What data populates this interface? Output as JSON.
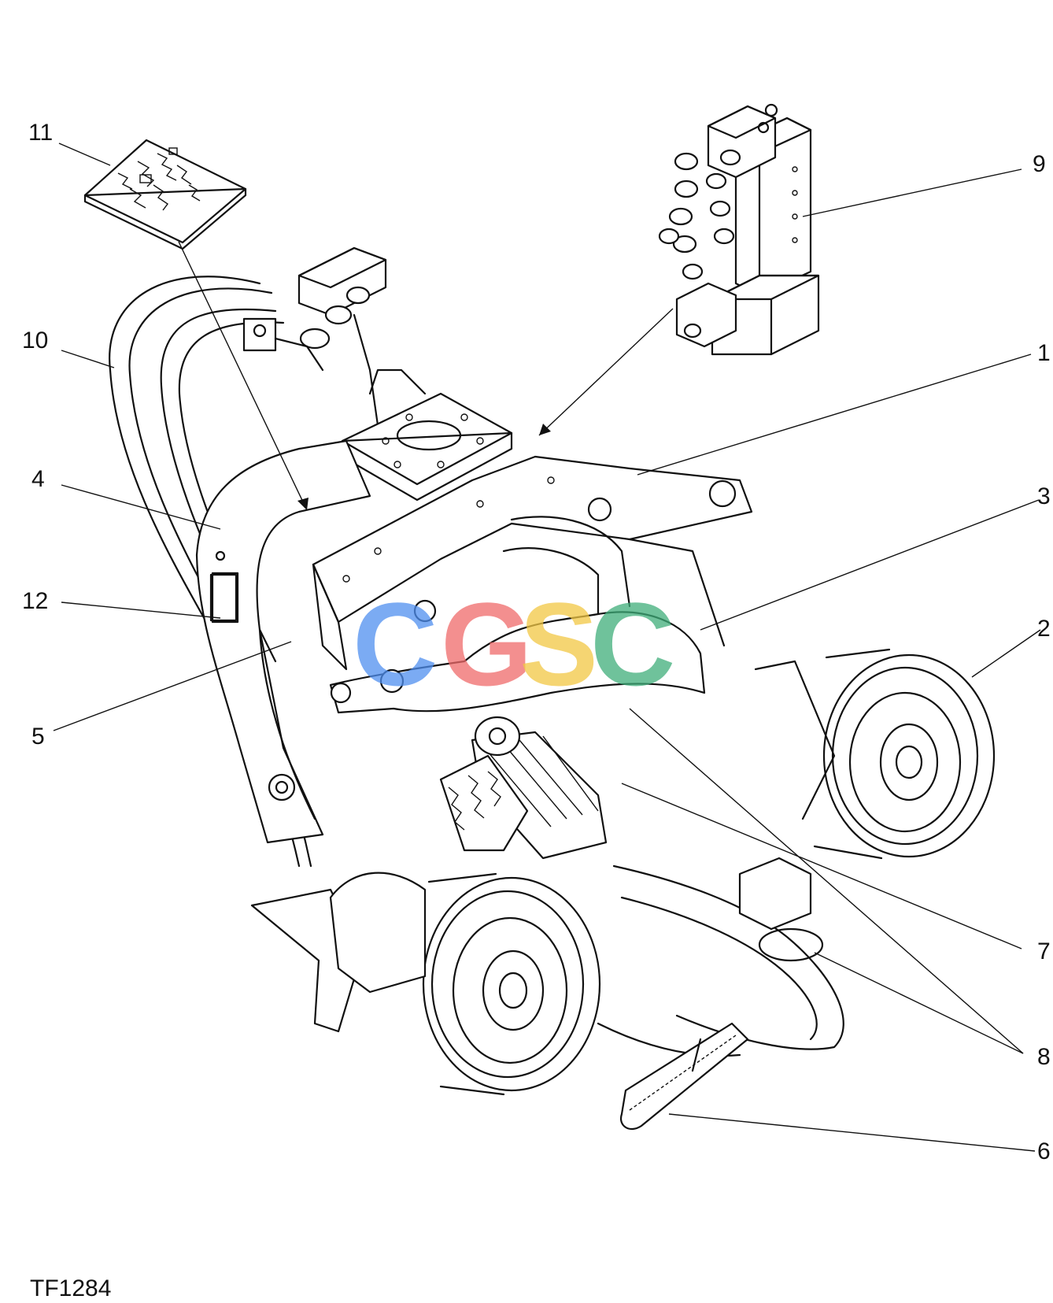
{
  "figure_code": "TF1284",
  "watermark": {
    "letters": [
      {
        "char": "C",
        "color": "#4f8ff0"
      },
      {
        "char": "G",
        "color": "#f06a6a"
      },
      {
        "char": "S",
        "color": "#f2c744"
      },
      {
        "char": "C",
        "color": "#3fae7a"
      }
    ]
  },
  "callouts": [
    "1",
    "2",
    "3",
    "4",
    "5",
    "6",
    "7",
    "8",
    "9",
    "10",
    "11",
    "12"
  ],
  "colors": {
    "ink": "#111111",
    "paper": "#ffffff"
  }
}
